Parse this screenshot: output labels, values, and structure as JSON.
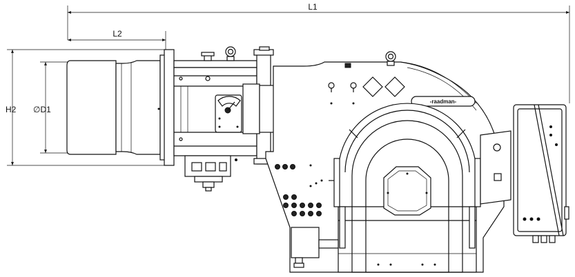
{
  "dimensions": {
    "l1": "L1",
    "l2": "L2",
    "h2": "H2",
    "d1": "∅D1"
  },
  "nameplate": {
    "brand": "-raadman-"
  },
  "icons": [
    "eye-bolt-icon",
    "flame-sight-icon",
    "servo-scale-icon",
    "control-box-icon"
  ]
}
